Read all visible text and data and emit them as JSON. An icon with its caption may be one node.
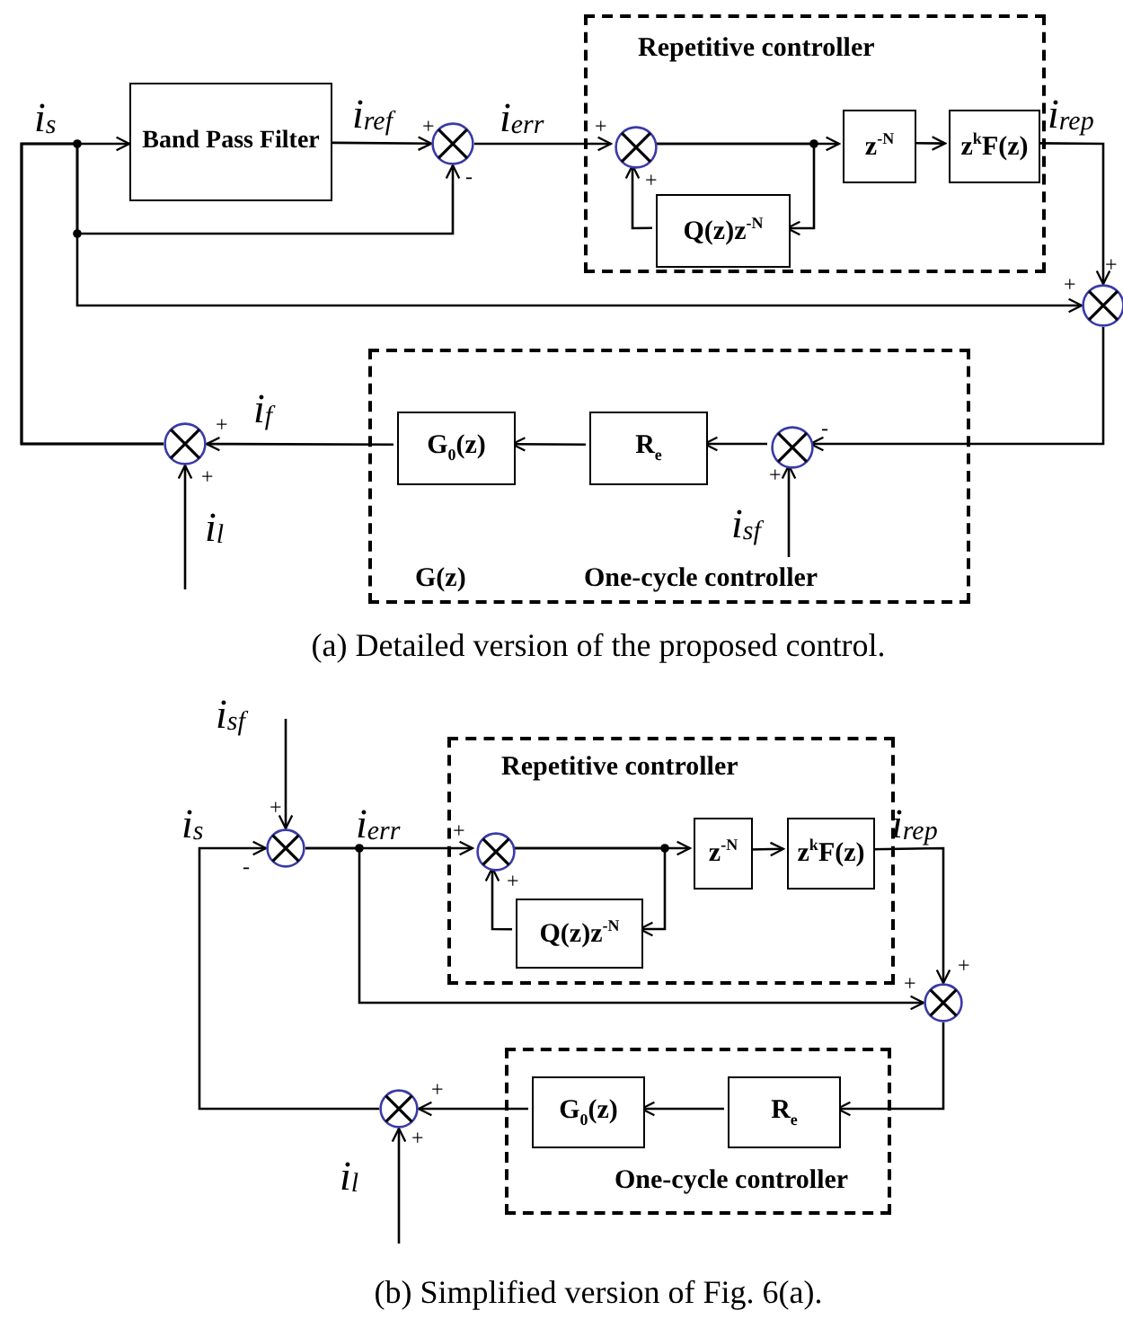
{
  "diagram": {
    "nodes": [
      {
        "text": [
          "Repetitive controller"
        ]
      },
      {
        "text": [
          "Band Pass Filter"
        ]
      },
      {
        "text": [],
        "shape": "circle"
      },
      {
        "text": [],
        "shape": "circle",
        "in": 0
      },
      {
        "text": [
          "z$^{-N}$"
        ],
        "in": 0
      },
      {
        "text": [
          "z$^{k}$F(z)"
        ],
        "in": 0
      },
      {
        "text": [
          "Q(z)z$^{-N}$"
        ],
        "in": 0
      },
      {
        "text": [],
        "shape": "circle"
      },
      {
        "text": [
          "G(z)",
          "One-cycle controller"
        ]
      },
      {
        "text": [
          "G$_{0}$(z)"
        ],
        "in": 8
      },
      {
        "text": [
          "R$_{e}$"
        ],
        "in": 8
      },
      {
        "text": [],
        "shape": "circle",
        "in": 8
      },
      {
        "text": [],
        "shape": "circle"
      },
      {
        "text": [
          "Repetitive controller"
        ]
      },
      {
        "text": [],
        "shape": "circle"
      },
      {
        "text": [],
        "shape": "circle",
        "in": 13
      },
      {
        "text": [
          "z$^{-N}$"
        ],
        "in": 13
      },
      {
        "text": [
          "z$^{k}$F(z)"
        ],
        "in": 13
      },
      {
        "text": [
          "Q(z)z$^{-N}$"
        ],
        "in": 13
      },
      {
        "text": [],
        "shape": "circle"
      },
      {
        "text": [
          "One-cycle controller"
        ]
      },
      {
        "text": [
          "G$_{0}$(z)"
        ],
        "in": 20
      },
      {
        "text": [
          "R$_{e}$"
        ],
        "in": 20
      },
      {
        "text": [],
        "shape": "circle"
      }
    ],
    "edges": [
      {
        "from": 12,
        "to": 1,
        "arrow": "to"
      },
      {
        "from": 1,
        "to": 2,
        "arrow": "to"
      },
      {
        "from": 12,
        "to": 2,
        "arrow": "to"
      },
      {
        "from": 12,
        "to": 7,
        "arrow": "to"
      },
      {
        "from": 2,
        "to": 3,
        "arrow": "to"
      },
      {
        "from": 3,
        "to": 4,
        "arrow": "to"
      },
      {
        "from": 3,
        "to": 6,
        "arrow": "to"
      },
      {
        "from": 6,
        "to": 3,
        "arrow": "to"
      },
      {
        "from": 4,
        "to": 5,
        "arrow": "to"
      },
      {
        "from": 5,
        "to": 7,
        "arrow": "to"
      },
      {
        "from": 7,
        "to": 11,
        "arrow": "to"
      },
      {
        "from": 11,
        "to": 10,
        "arrow": "to"
      },
      {
        "from": 10,
        "to": 9,
        "arrow": "to"
      },
      {
        "from": 9,
        "to": 12,
        "arrow": "to"
      },
      {
        "from": null,
        "to": 11,
        "arrow": "to"
      },
      {
        "from": null,
        "to": 12,
        "arrow": "to"
      },
      {
        "from": 23,
        "to": 14,
        "arrow": "to"
      },
      {
        "from": 14,
        "to": 15,
        "arrow": "to"
      },
      {
        "from": 14,
        "to": 19,
        "arrow": "to"
      },
      {
        "from": 15,
        "to": 16,
        "arrow": "to"
      },
      {
        "from": 15,
        "to": 18,
        "arrow": "to"
      },
      {
        "from": 18,
        "to": 15,
        "arrow": "to"
      },
      {
        "from": 16,
        "to": 17,
        "arrow": "to"
      },
      {
        "from": 17,
        "to": 19,
        "arrow": "to"
      },
      {
        "from": 19,
        "to": 22,
        "arrow": "to"
      },
      {
        "from": 22,
        "to": 21,
        "arrow": "to"
      },
      {
        "from": 21,
        "to": 23,
        "arrow": "to"
      },
      {
        "from": null,
        "to": 14,
        "arrow": "to"
      },
      {
        "from": null,
        "to": 23,
        "arrow": "to"
      }
    ],
    "labels": [
      "i$_{s}$",
      "i$_{ref}$",
      "+",
      "i$_{err}$",
      "+",
      "i$_{rep}$",
      "-",
      "+",
      "+",
      "+",
      "i$_{f}$",
      "+",
      "-",
      "+",
      "+",
      "i$_{l}$",
      "i$_{sf}$",
      "(a) Detailed version of the proposed control.",
      "i$_{sf}$",
      "+",
      "i$_{s}$",
      "i$_{err}$",
      "+",
      "i$_{rep}$",
      "-",
      "+",
      "+",
      "+",
      "+",
      "+",
      "i$_{l}$",
      "(b) Simplified version of Fig. 6(a)."
    ]
  }
}
